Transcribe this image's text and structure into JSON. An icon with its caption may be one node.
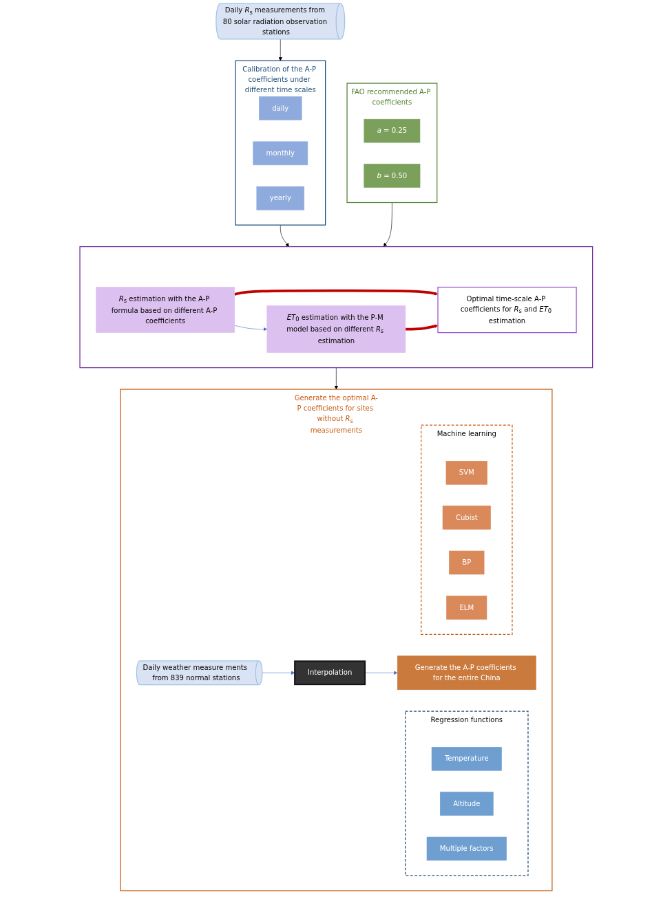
{
  "diagram": {
    "nodes": [
      {
        "text": [
          "Daily *R*$_{s}$ measurements from 80 solar radiation observation stations"
        ]
      },
      {
        "text": [
          "Calibration of the A-P coefficients under different time scales"
        ]
      },
      {
        "text": [
          "daily"
        ],
        "in": 1
      },
      {
        "text": [
          "monthly"
        ],
        "in": 1
      },
      {
        "text": [
          "yearly"
        ],
        "in": 1
      },
      {
        "text": [
          "FAO recommended A-P coefficients"
        ]
      },
      {
        "text": [
          "*a* = 0.25"
        ],
        "in": 5
      },
      {
        "text": [
          "*b* = 0.50"
        ],
        "in": 5
      },
      {
        "text": [],
        "shape": "box"
      },
      {
        "text": [
          "*R*$_{s}$ estimation with the A-P formula based on different A-P coefficients"
        ],
        "in": 8
      },
      {
        "text": [
          "*ET*$_{0}$ estimation with the P-M model based on different *R*$_{s}$ estimation"
        ],
        "in": 8
      },
      {
        "text": [
          "Optimal time-scale A-P coefficients for *R*$_{s}$ and *ET*$_{0}$ estimation"
        ],
        "in": 8
      },
      {
        "text": [
          "Generate the optimal A-P coefficients for sites without *R*$_{s}$ measurements"
        ]
      },
      {
        "text": [
          "Regression functions"
        ],
        "in": 12
      },
      {
        "text": [
          "Temperature"
        ],
        "in": 13
      },
      {
        "text": [
          "Altitude"
        ],
        "in": 13
      },
      {
        "text": [
          "Multiple factors"
        ],
        "in": 13
      },
      {
        "text": [
          "Machine learning"
        ],
        "in": 12
      },
      {
        "text": [
          "SVM"
        ],
        "in": 17
      },
      {
        "text": [
          "Cubist"
        ],
        "in": 17
      },
      {
        "text": [
          "BP"
        ],
        "in": 17
      },
      {
        "text": [
          "ELM"
        ],
        "in": 17
      },
      {
        "text": [
          "Daily weather measure ments from 839 normal stations"
        ],
        "in": 12
      },
      {
        "text": [
          "Interpolation"
        ],
        "in": 12
      },
      {
        "text": [
          "Generate the A-P coefficients for the entire China"
        ],
        "in": 12
      }
    ],
    "edges": [
      {
        "from": 0,
        "to": 1,
        "arrow": "to"
      },
      {
        "from": 1,
        "to": 8,
        "arrow": "to"
      },
      {
        "from": 5,
        "to": 8,
        "arrow": "to"
      },
      {
        "from": 9,
        "to": 10,
        "arrow": "to",
        "color": "#4472c4"
      },
      {
        "from": 9,
        "to": 11,
        "arrow": "to",
        "style": "thick",
        "color": "#c00000"
      },
      {
        "from": 10,
        "to": 11,
        "arrow": "to",
        "style": "thick",
        "color": "#c00000"
      },
      {
        "from": 8,
        "to": 12,
        "arrow": "to"
      },
      {
        "from": 22,
        "to": 23,
        "arrow": "to",
        "color": "#4472c4"
      },
      {
        "from": 23,
        "to": 24,
        "arrow": "to",
        "color": "#4472c4"
      }
    ]
  }
}
